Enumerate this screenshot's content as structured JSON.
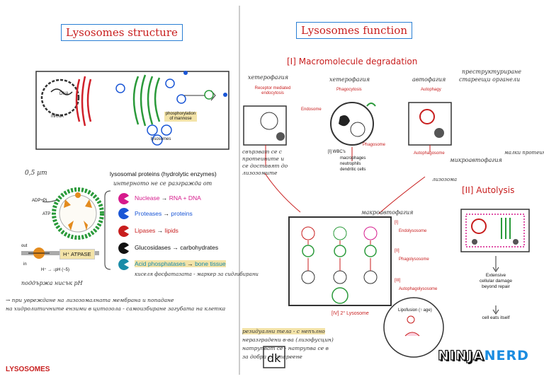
{
  "left": {
    "title": "Lysosomes structure",
    "top_diagram": {
      "labels": {
        "dna": "DNA",
        "mrna": "mRNA",
        "phospho": "phosphorylation of mannose",
        "lysosomes": "lysosomes"
      }
    },
    "size_note": "0,5 µm",
    "proteins_heading": "lysosomal proteins (hydrolytic enzymes)",
    "proteins_hand": "интерното не се разгражда от",
    "adp": "ADP+Pi",
    "atp": "ATP",
    "out": "out",
    "in": "in",
    "atpase": "H⁺ ATPASE",
    "ph": "H⁺ → ↓pH (~5)",
    "enzymes": [
      {
        "name": "Nuclease",
        "product": "RNA + DNA",
        "color": "#d61a8c"
      },
      {
        "name": "Proteases",
        "product": "proteins",
        "color": "#1a56d6"
      },
      {
        "name": "Lipases",
        "product": "lipids",
        "color": "#c81e1e"
      },
      {
        "name": "Glucosidases",
        "product": "carbohydrates",
        "color": "#111111"
      },
      {
        "name": "Acid phosphatases",
        "product": "bone tissue",
        "color": "#1a8ca8"
      }
    ],
    "acid_hand": "киселя фосфатазата - маркер за сидгибирани",
    "hand_1": "поддържа нисък pH",
    "hand_2": "→ при увреждане на лизозомалната мембрана и попадане",
    "hand_3": "на хидролитичните ензими в цитозола - самоизбиране загубата на клетка",
    "footer": "LYSOSOMES"
  },
  "right": {
    "title": "Lysosomes function",
    "section1": "[I] Macromolecule degradation",
    "hand_heterophagy": "хетерофагия",
    "hand_heterophagy2": "хетерофагия",
    "hand_autophagy": "автофагия",
    "hand_transport": "преструктуриране",
    "hand_transport2": "стареещи органели",
    "rme": "Receptor mediated endocytosis",
    "phagocytosis": "Phagocytosis",
    "autophagy": "Autophagy",
    "endosome": "Endosome",
    "phagosome": "Phagosome",
    "autophagosome": "Autophagosome",
    "wbc": "[I] WBC's",
    "wbc_items": [
      "macrophages",
      "neutrophils",
      "dendritic cells"
    ],
    "hand_receptor": "свързват се с протеините и се доставят до лизозомите",
    "hand_micro": "микроавтофагия",
    "hand_micro2": "малки протеини",
    "hand_micro3": "лизозома",
    "section2": "[II] Autolysis",
    "hand_macro": "макроавтофагия",
    "endolysosome": "Endolysosome",
    "phagolysosome": "Phagolysosome",
    "autophagolysosome": "Autophagolysosome",
    "roman": [
      "[I]",
      "[II]",
      "[III]"
    ],
    "secondary": "[IV] 2° Lysosome",
    "lipofuscin": "Lipofusion (↑ age)",
    "residual_hand_1": "резидуални тела - с непълно",
    "residual_hand_2": "неразградени в-ва (лизофусцин)",
    "residual_hand_3": "натрупват се - натрупва се в",
    "residual_hand_4": "за добра ... стареене",
    "autolysis_steps": [
      "Extensive cellular damage beyond repair",
      "cell eats itself"
    ],
    "brand_left": "NINJA",
    "brand_right": "NERD"
  }
}
